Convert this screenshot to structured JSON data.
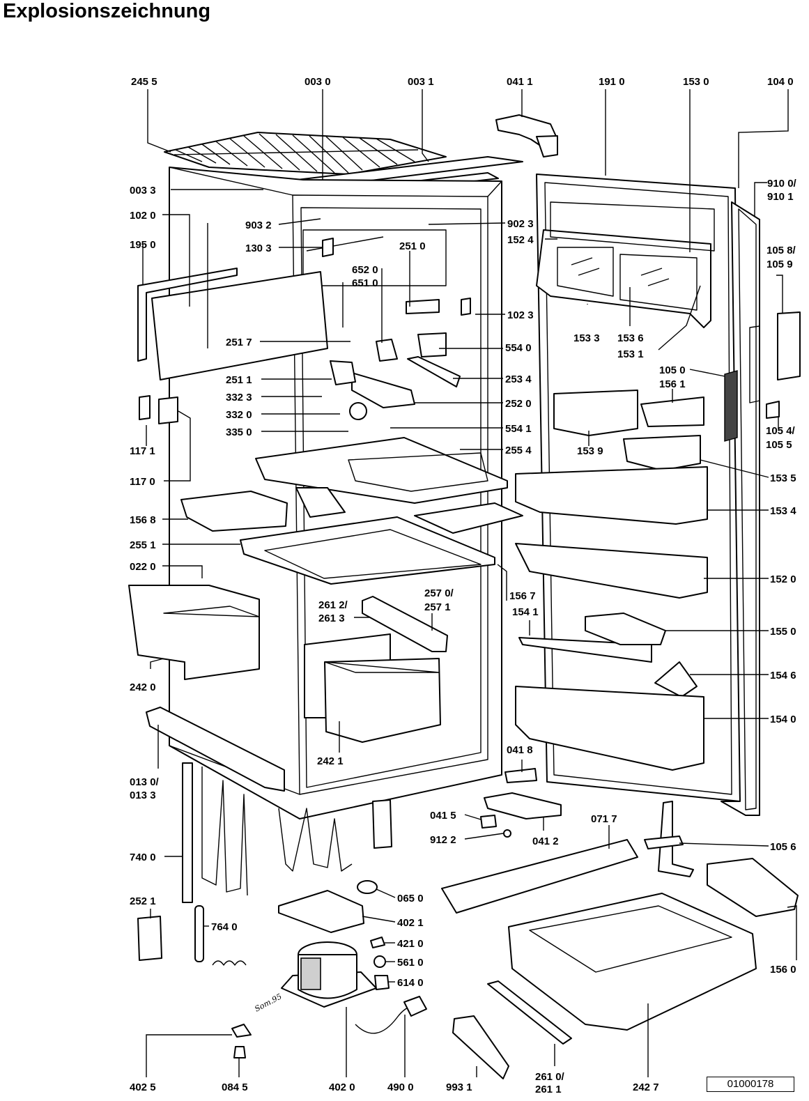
{
  "title": "Explosionszeichnung",
  "document_number": "01000178",
  "signature": "Som.95",
  "part_labels": [
    "245 5",
    "003 0",
    "003 1",
    "041 1",
    "191 0",
    "153 0",
    "104 0",
    "003 3",
    "102 0",
    "195 0",
    "903 2",
    "130 3",
    "902 3",
    "152 4",
    "910 0/",
    "910 1",
    "105 8/",
    "105 9",
    "251 0",
    "652 0",
    "651 0",
    "102 3",
    "153 3",
    "153 6",
    "153 1",
    "251 7",
    "554 0",
    "105 0",
    "156 1",
    "251 1",
    "253 4",
    "332 3",
    "252 0",
    "332 0",
    "554 1",
    "335 0",
    "117 1",
    "255 4",
    "153 9",
    "105 4/",
    "105 5",
    "117 0",
    "153 5",
    "153 4",
    "156 8",
    "255 1",
    "022 0",
    "152 0",
    "261 2/",
    "261 3",
    "257 0/",
    "257 1",
    "156 7",
    "154 1",
    "155 0",
    "242 0",
    "154 6",
    "154 0",
    "242 1",
    "041 8",
    "013 0/",
    "013 3",
    "041 5",
    "912 2",
    "041 2",
    "071 7",
    "105 6",
    "740 0",
    "252 1",
    "065 0",
    "764 0",
    "402 1",
    "421 0",
    "561 0",
    "614 0",
    "156 0",
    "402 5",
    "084 5",
    "402 0",
    "490 0",
    "993 1",
    "261 0/",
    "261 1",
    "242 7"
  ]
}
